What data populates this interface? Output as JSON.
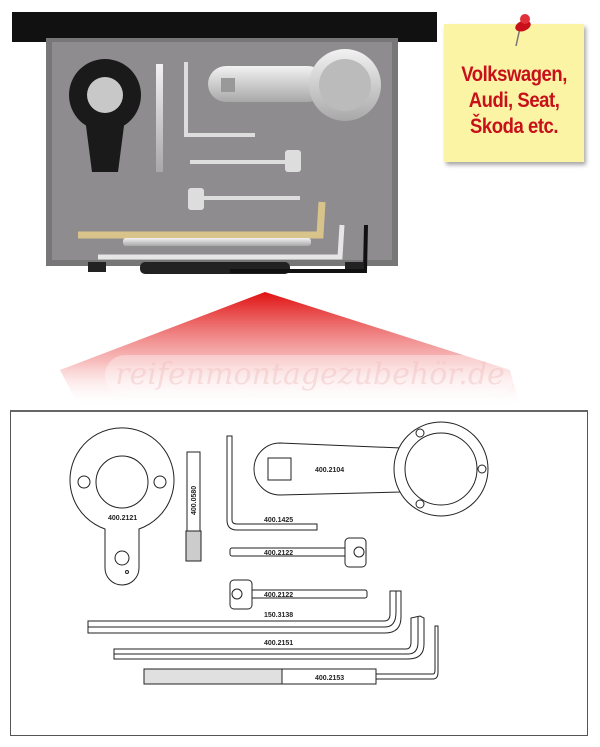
{
  "note": {
    "lines": [
      "Volkswagen,",
      "Audi, Seat,",
      "Škoda etc."
    ],
    "text_color": "#c8101a",
    "background": "#fbf4a4",
    "icon": "pushpin-icon"
  },
  "watermark": "reifenmontagezubehör.de",
  "arrow_color": "#e01010",
  "diagram": {
    "labels": {
      "disc": "400.2121",
      "pin": "400.0580",
      "lkey": "400.1425",
      "wrench": "400.2104",
      "bolt_top": "400.2122",
      "bolt_bottom": "400.2122",
      "key_long": "150.3138",
      "key_mid": "400.2151",
      "key_handle": "400.2153"
    }
  }
}
